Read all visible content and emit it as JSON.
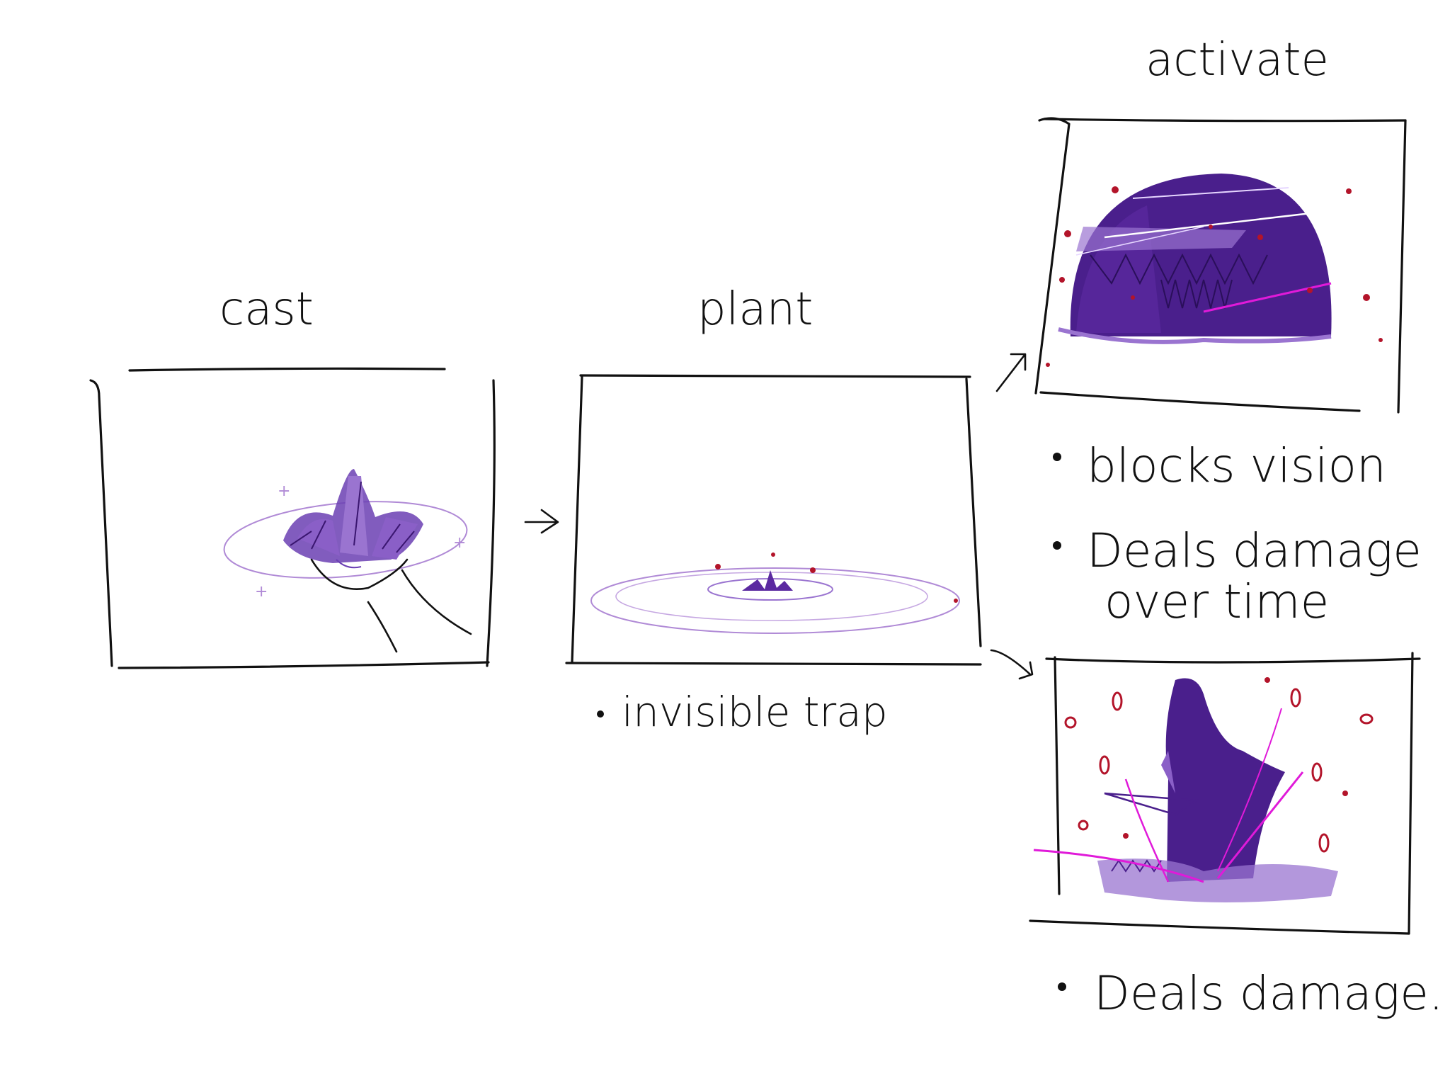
{
  "stages": [
    {
      "id": "cast",
      "title": "cast",
      "notes": []
    },
    {
      "id": "plant",
      "title": "plant",
      "notes": [
        "invisible trap"
      ]
    },
    {
      "id": "activate",
      "title": "activate",
      "notes": [
        "blocks vision",
        "Deals damage",
        "over time"
      ]
    },
    {
      "id": "activate-alt",
      "title": "",
      "notes": [
        "Deals damage."
      ]
    }
  ],
  "colors": {
    "ink": "#111111",
    "purple_dark": "#4a1f8c",
    "purple_mid": "#6b3fb3",
    "purple_light": "#b08ad6",
    "magenta": "#e01ad9",
    "red_spark": "#b3142a"
  }
}
